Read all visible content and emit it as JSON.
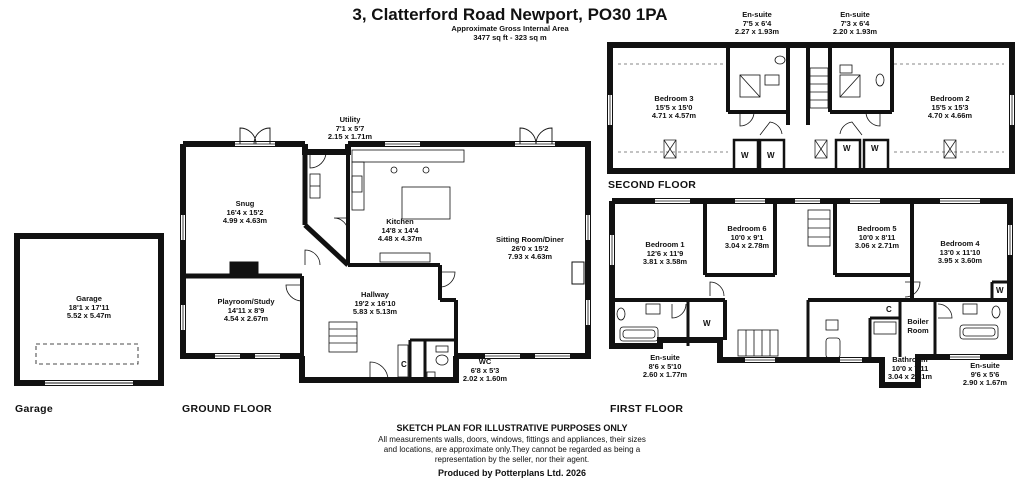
{
  "header": {
    "title": "3, Clatterford Road Newport, PO30 1PA",
    "area_label": "Approximate Gross Internal Area",
    "area_value": "3477 sq ft - 323 sq m"
  },
  "floors": {
    "garage": "Garage",
    "ground": "GROUND FLOOR",
    "first": "FIRST FLOOR",
    "second": "SECOND FLOOR"
  },
  "rooms": {
    "garage": {
      "name": "Garage",
      "imperial": "18'1 x 17'11",
      "metric": "5.52 x 5.47m"
    },
    "snug": {
      "name": "Snug",
      "imperial": "16'4 x 15'2",
      "metric": "4.99 x 4.63m"
    },
    "utility": {
      "name": "Utility",
      "imperial": "7'1 x 5'7",
      "metric": "2.15 x 1.71m"
    },
    "kitchen": {
      "name": "Kitchen",
      "imperial": "14'8 x 14'4",
      "metric": "4.48 x 4.37m"
    },
    "sitting": {
      "name": "Sitting Room/Diner",
      "imperial": "26'0 x 15'2",
      "metric": "7.93 x 4.63m"
    },
    "playroom": {
      "name": "Playroom/Study",
      "imperial": "14'11 x 8'9",
      "metric": "4.54 x 2.67m"
    },
    "hallway": {
      "name": "Hallway",
      "imperial": "19'2 x 16'10",
      "metric": "5.83 x 5.13m"
    },
    "wc": {
      "name": "WC",
      "imperial": "6'8 x 5'3",
      "metric": "2.02 x 1.60m"
    },
    "bed1": {
      "name": "Bedroom 1",
      "imperial": "12'6 x 11'9",
      "metric": "3.81 x 3.58m"
    },
    "bed6": {
      "name": "Bedroom 6",
      "imperial": "10'0 x 9'1",
      "metric": "3.04 x 2.78m"
    },
    "bed5": {
      "name": "Bedroom 5",
      "imperial": "10'0 x 8'11",
      "metric": "3.06 x 2.71m"
    },
    "bed4": {
      "name": "Bedroom 4",
      "imperial": "13'0 x 11'10",
      "metric": "3.95 x 3.60m"
    },
    "ensuite1": {
      "name": "En-suite",
      "imperial": "8'6 x 5'10",
      "metric": "2.60 x 1.77m"
    },
    "bathroom": {
      "name": "Bathroom",
      "imperial": "10'0 x 7'11",
      "metric": "3.04 x 2.41m"
    },
    "ensuite4": {
      "name": "En-suite",
      "imperial": "9'6 x 5'6",
      "metric": "2.90 x 1.67m"
    },
    "boiler": {
      "name1": "Boiler",
      "name2": "Room"
    },
    "bed3": {
      "name": "Bedroom 3",
      "imperial": "15'5 x 15'0",
      "metric": "4.71 x 4.57m"
    },
    "bed2": {
      "name": "Bedroom 2",
      "imperial": "15'5 x 15'3",
      "metric": "4.70 x 4.66m"
    },
    "ensuite3": {
      "name": "En-suite",
      "imperial": "7'5 x 6'4",
      "metric": "2.27 x 1.93m"
    },
    "ensuite2": {
      "name": "En-suite",
      "imperial": "7'3 x 6'4",
      "metric": "2.20 x 1.93m"
    }
  },
  "marks": {
    "wardrobe": "W",
    "cupboard": "C"
  },
  "footer": {
    "heading": "SKETCH PLAN FOR ILLUSTRATIVE PURPOSES ONLY",
    "line1": "All measurements walls, doors, windows, fittings and appliances, their sizes",
    "line2": "and locations, are approximate only.They cannot be regarded as being a",
    "line3": "representation by the seller, nor their agent.",
    "producer": "Produced by Potterplans Ltd. 2026"
  },
  "colors": {
    "wall": "#111111",
    "window": "#ffffff",
    "fixture": "#333333"
  }
}
